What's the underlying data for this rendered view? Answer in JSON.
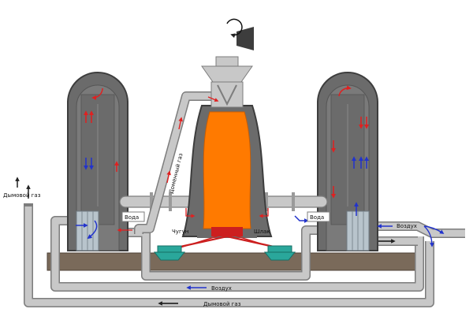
{
  "labels": {
    "flue_gas_left": "Дымовой газ",
    "blast_furnace_gas": "Доменный газ",
    "water_left": "Вода",
    "water_right": "Вода",
    "pig_iron": "Чугун",
    "slag": "Шлак",
    "air_right": "Воздух",
    "air_bottom": "Воздух",
    "flue_gas_bottom": "Дымовой газ"
  },
  "colors": {
    "tower": "#6b6b6b",
    "tower_edge": "#3d3d3d",
    "pipe": "#c8c8c8",
    "pipe_edge": "#7d7d7d",
    "ground": "#7a6a5a",
    "molten": "#ff7a00",
    "hot_arrow": "#e02020",
    "cold_arrow": "#2233cc",
    "trough": "#cc1f1f",
    "ladle": "#2aa79b"
  }
}
